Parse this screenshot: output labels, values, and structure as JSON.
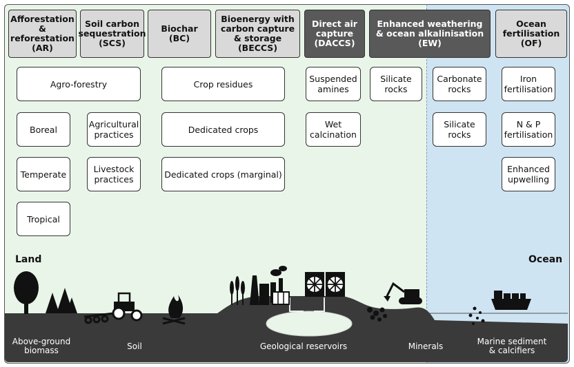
{
  "categories": [
    {
      "id": "AR",
      "label": "Afforestation &\nreforestation\n(AR)",
      "style": "light"
    },
    {
      "id": "SCS",
      "label": "Soil carbon\nsequestration\n(SCS)",
      "style": "light"
    },
    {
      "id": "BC",
      "label": "Biochar\n(BC)",
      "style": "light"
    },
    {
      "id": "BECCS",
      "label": "Bioenergy with\ncarbon capture\n& storage (BECCS)",
      "style": "light"
    },
    {
      "id": "DACCS",
      "label": "Direct air\ncapture\n(DACCS)",
      "style": "dark"
    },
    {
      "id": "EW",
      "label": "Enhanced weathering\n& ocean alkalinisation\n(EW)",
      "style": "dark"
    },
    {
      "id": "OF",
      "label": "Ocean\nfertilisation\n(OF)",
      "style": "light"
    }
  ],
  "options": {
    "agro_forestry": "Agro-forestry",
    "boreal": "Boreal",
    "temperate": "Temperate",
    "tropical": "Tropical",
    "agricultural_practices": "Agricultural\npractices",
    "livestock_practices": "Livestock\npractices",
    "crop_residues": "Crop residues",
    "dedicated_crops": "Dedicated crops",
    "dedicated_crops_marginal": "Dedicated crops (marginal)",
    "suspended_amines": "Suspended\namines",
    "wet_calcination": "Wet\ncalcination",
    "silicate_rocks_land": "Silicate\nrocks",
    "carbonate_rocks": "Carbonate\nrocks",
    "silicate_rocks_ocean": "Silicate\nrocks",
    "iron_fertilisation": "Iron\nfertilisation",
    "np_fertilisation": "N & P\nfertilisation",
    "enhanced_upwelling": "Enhanced\nupwelling"
  },
  "regions": {
    "land": "Land",
    "ocean": "Ocean"
  },
  "reservoirs": {
    "above_ground_biomass": "Above-ground\nbiomass",
    "soil": "Soil",
    "geological_reservoirs": "Geological reservoirs",
    "minerals": "Minerals",
    "marine_sediment": "Marine sediment\n& calcifiers"
  },
  "colors": {
    "land_bg": "#e9f5e9",
    "ocean_bg": "#cfe4f2",
    "ground": "#3a3a3a",
    "header_light": "#d9d9d9",
    "header_dark": "#595959"
  },
  "icons": [
    "tree-icon",
    "conifer-trees-icon",
    "tractor-icon",
    "plough-icon",
    "flame-icon",
    "wheat-icon",
    "power-plant-icon",
    "fan-unit-icon",
    "excavator-icon",
    "rocks-icon",
    "ship-icon"
  ]
}
